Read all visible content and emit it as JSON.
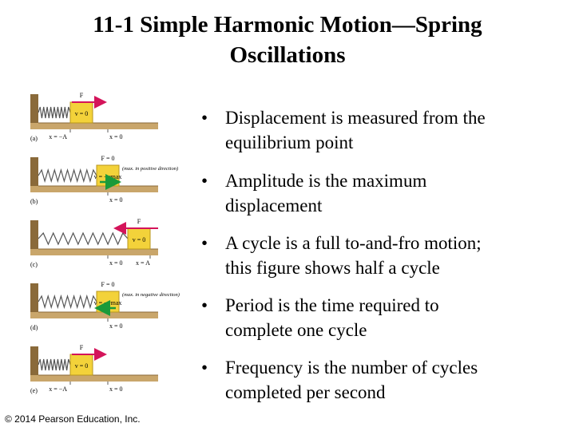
{
  "slide": {
    "title_line1": "11-1 Simple Harmonic Motion—Spring",
    "title_line2": "Oscillations",
    "bullets": [
      {
        "line1": "Displacement is measured from the",
        "line2": "equilibrium point"
      },
      {
        "line1": "Amplitude is the maximum",
        "line2": "displacement"
      },
      {
        "line1": "A cycle is a full to-and-fro motion;",
        "line2": "this figure shows half a cycle"
      },
      {
        "line1": "Period is the time required to",
        "line2": "complete one cycle"
      },
      {
        "line1": "Frequency is the number of cycles",
        "line2": "completed per second"
      }
    ],
    "bullet_char": "•",
    "copyright": "© 2014 Pearson Education, Inc."
  },
  "figure": {
    "panels": [
      {
        "label": "(a)",
        "force_label": "F",
        "velocity_label": "v = 0",
        "velocity_note": "",
        "axis_left": "x = −A",
        "axis_mid": "x = 0",
        "axis_right": "",
        "state": "compressed",
        "force_dir": "right",
        "vel_dir": "none"
      },
      {
        "label": "(b)",
        "force_label": "F = 0",
        "velocity_label": "v = +vmax",
        "velocity_note": "(max. in positive direction)",
        "axis_left": "",
        "axis_mid": "x = 0",
        "axis_right": "",
        "state": "equilibrium",
        "force_dir": "none",
        "vel_dir": "right"
      },
      {
        "label": "(c)",
        "force_label": "F",
        "velocity_label": "v = 0",
        "velocity_note": "",
        "axis_left": "",
        "axis_mid": "x = 0",
        "axis_right": "x = A",
        "state": "stretched",
        "force_dir": "left",
        "vel_dir": "none"
      },
      {
        "label": "(d)",
        "force_label": "F = 0",
        "velocity_label": "v = −vmax",
        "velocity_note": "(max. in negative direction)",
        "axis_left": "",
        "axis_mid": "x = 0",
        "axis_right": "",
        "state": "equilibrium",
        "force_dir": "none",
        "vel_dir": "left"
      },
      {
        "label": "(e)",
        "force_label": "F",
        "velocity_label": "v = 0",
        "velocity_note": "",
        "axis_left": "x = −A",
        "axis_mid": "x = 0",
        "axis_right": "",
        "state": "compressed",
        "force_dir": "right",
        "vel_dir": "none"
      }
    ],
    "colors": {
      "wood": "#c9a66b",
      "wall_dark": "#8a6a3a",
      "block": "#f3d23a",
      "block_edge": "#b8961c",
      "force_arrow": "#d4145a",
      "velocity_arrow": "#1a9a3a",
      "spring": "#555555"
    }
  }
}
